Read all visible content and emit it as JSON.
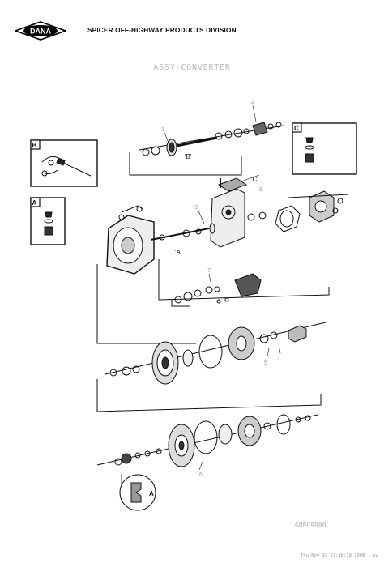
{
  "brand": {
    "logo_text": "DANA",
    "division": "SPICER OFF-HIGHWAY PRODUCTS DIVISION"
  },
  "document": {
    "title": "ASSY-CONVERTER",
    "drawing_code": "GRPC9000",
    "print_stamp": "Thu Nov 13 17:16:18 2008 ..sw"
  },
  "detail_boxes": {
    "a": "A",
    "b": "B",
    "c": "C"
  },
  "callouts": {
    "b": "'B'",
    "c": "'C'",
    "a": "'A'",
    "inset_a": "A"
  },
  "ref_numbers": {
    "n1": "1",
    "n2": "2",
    "n3": "3",
    "n4": "4",
    "n5": "5",
    "n6": "6",
    "n7": "7",
    "n8": "8"
  }
}
